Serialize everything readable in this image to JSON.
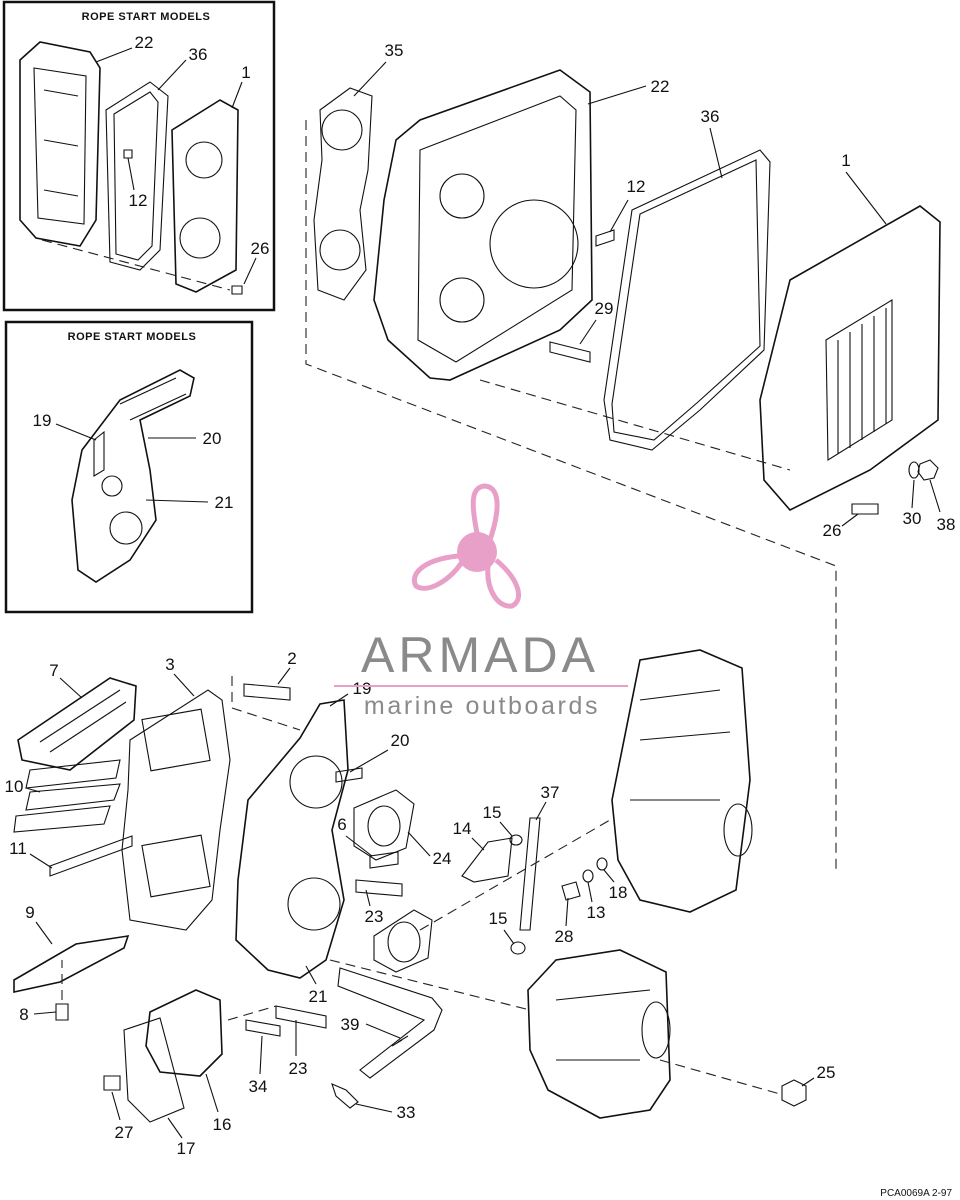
{
  "insets": {
    "top": {
      "title": "ROPE START MODELS",
      "labels": [
        "22",
        "36",
        "1",
        "12",
        "26"
      ]
    },
    "middle": {
      "title": "ROPE START MODELS",
      "labels": [
        "19",
        "20",
        "21"
      ]
    }
  },
  "upper_assembly": {
    "labels": [
      "35",
      "22",
      "36",
      "12",
      "1",
      "29",
      "26",
      "30",
      "38"
    ]
  },
  "lower_assembly": {
    "labels": [
      "2",
      "19",
      "7",
      "3",
      "20",
      "10",
      "6",
      "24",
      "11",
      "23",
      "9",
      "21",
      "8",
      "23",
      "34",
      "39",
      "33",
      "27",
      "17",
      "16",
      "15",
      "37",
      "14",
      "15",
      "18",
      "13",
      "28",
      "25"
    ]
  },
  "watermark": {
    "brand": "ARMADA",
    "tagline": "marine outboards",
    "colors": {
      "logo": "#e8a0c8",
      "text": "#8a8a8a"
    }
  },
  "footer": {
    "code": "PCA0069A   2-97"
  }
}
